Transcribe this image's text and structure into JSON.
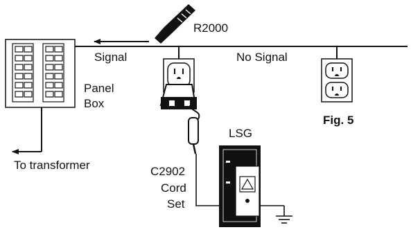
{
  "labels": {
    "r2000": "R2000",
    "signal": "Signal",
    "no_signal": "No Signal",
    "panel_line1": "Panel",
    "panel_line2": "Box",
    "fig": "Fig. 5",
    "lsg": "LSG",
    "to_transformer": "To  transformer",
    "cord_line1": "C2902",
    "cord_line2": "Cord",
    "cord_line3": "Set"
  }
}
